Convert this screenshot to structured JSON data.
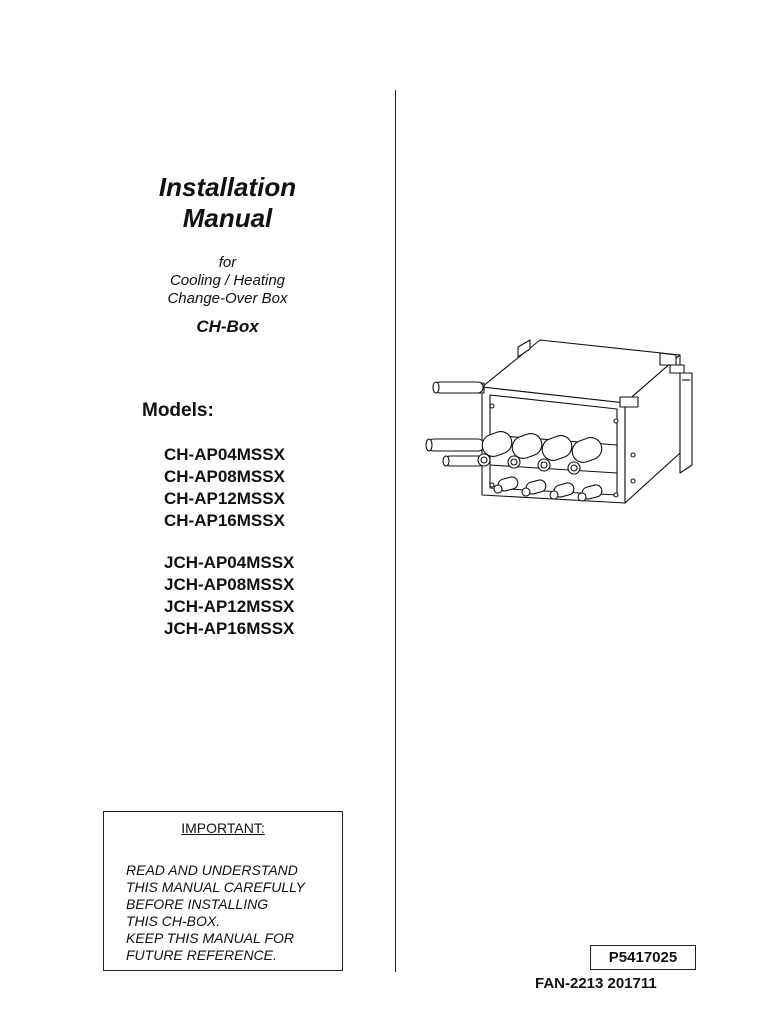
{
  "title": {
    "line1": "Installation",
    "line2": "Manual"
  },
  "subtitle": {
    "line1": "for",
    "line2": "Cooling / Heating",
    "line3": "Change-Over Box"
  },
  "product_name": "CH-Box",
  "models": {
    "heading": "Models:",
    "group1": [
      "CH-AP04MSSX",
      "CH-AP08MSSX",
      "CH-AP12MSSX",
      "CH-AP16MSSX"
    ],
    "group2": [
      "JCH-AP04MSSX",
      "JCH-AP08MSSX",
      "JCH-AP12MSSX",
      "JCH-AP16MSSX"
    ]
  },
  "important": {
    "heading": "IMPORTANT:",
    "lines": [
      "READ AND UNDERSTAND",
      "THIS MANUAL CAREFULLY",
      "BEFORE INSTALLING",
      "THIS CH-BOX.",
      "KEEP THIS MANUAL FOR",
      "FUTURE REFERENCE."
    ]
  },
  "part_number": "P5417025",
  "document_code": "FAN-2213 201711"
}
